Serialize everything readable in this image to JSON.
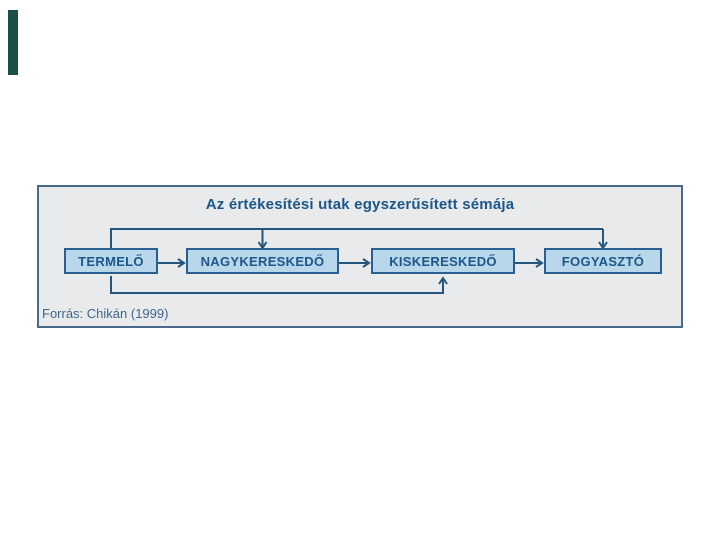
{
  "slide": {
    "background_color": "#ffffff",
    "accent_bar_color": "#1a4f4a"
  },
  "diagram": {
    "title": "Az értékesítési utak egyszerűsített sémája",
    "nodes": [
      {
        "id": "termelo",
        "label": "TERMELŐ"
      },
      {
        "id": "nagykereskedo",
        "label": "NAGYKERESKEDŐ"
      },
      {
        "id": "kiskereskedo",
        "label": "KISKERESKEDŐ"
      },
      {
        "id": "fogyaszto",
        "label": "FOGYASZTÓ"
      }
    ],
    "flows": [
      "TERMELŐ → NAGYKERESKEDŐ",
      "NAGYKERESKEDŐ → KISKERESKEDŐ",
      "KISKERESKEDŐ → FOGYASZTÓ",
      "TERMELŐ → NAGYKERESKEDŐ (felső elkerülő ág)",
      "TERMELŐ → FOGYASZTÓ (felső elkerülő ág)",
      "TERMELŐ → KISKERESKEDŐ (alsó elkerülő ág)"
    ],
    "source_note": "Forrás: Chikán (1999)",
    "colors": {
      "panel_background": "#e9eaeb",
      "panel_border": "#4a6b88",
      "node_fill": "#b9d7ea",
      "node_border": "#2a5f92",
      "node_text": "#1b578b",
      "title_text": "#1b578b",
      "connector": "#24567e",
      "source_text": "#40658a"
    }
  }
}
